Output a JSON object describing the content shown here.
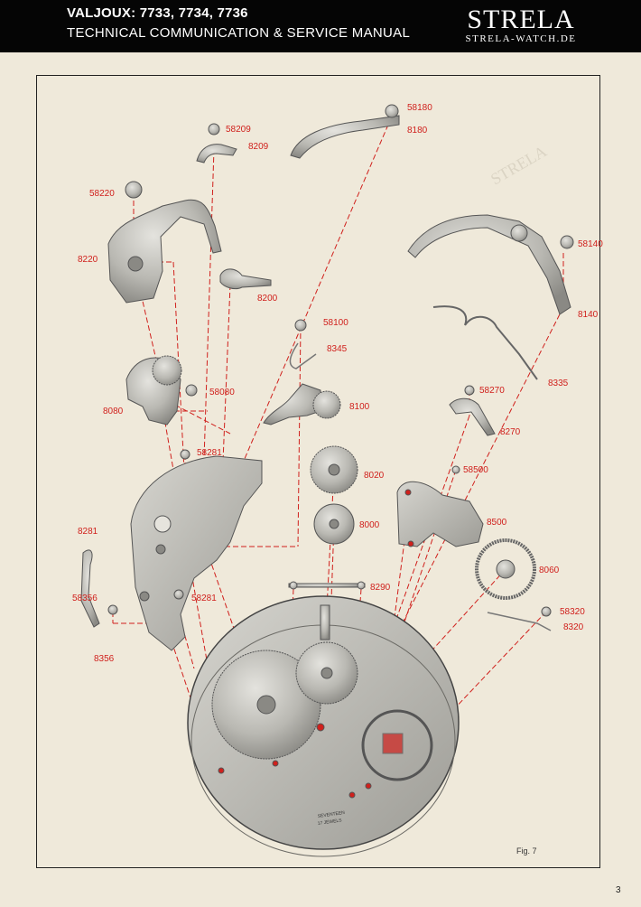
{
  "header": {
    "title_line1": "VALJOUX: 7733, 7734, 7736",
    "title_line2": "TECHNICAL COMMUNICATION & SERVICE MANUAL",
    "brand": "STRELA",
    "brand_site": "STRELA-WATCH.DE"
  },
  "figure": {
    "label": "Fig. 7",
    "engraving": [
      "SEVENTEEN",
      "17 JEWELS"
    ],
    "watermark": "STRELA"
  },
  "page_number": "3",
  "colors": {
    "label_red": "#d0201c",
    "paper": "#efe9da",
    "header_bg": "#050505",
    "metal": "#b9b8b2"
  },
  "part_labels": [
    "58209",
    "8209",
    "58180",
    "8180",
    "58220",
    "8220",
    "8200",
    "58140",
    "8140",
    "58100",
    "8345",
    "8335",
    "58080",
    "8080",
    "8100",
    "58270",
    "8270",
    "58281",
    "8020",
    "58500",
    "8000",
    "8500",
    "8281",
    "8060",
    "58356",
    "58281",
    "8290",
    "58320",
    "8320",
    "8356"
  ]
}
